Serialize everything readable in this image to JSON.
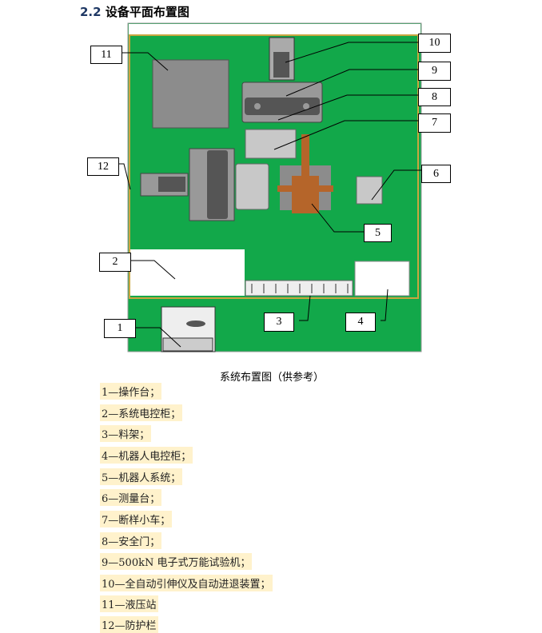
{
  "heading": {
    "number": "2.2",
    "title": "设备平面布置图"
  },
  "diagram": {
    "callouts": [
      "1",
      "2",
      "3",
      "4",
      "5",
      "6",
      "7",
      "8",
      "9",
      "10",
      "11",
      "12"
    ],
    "colors": {
      "floor": "#12a84a",
      "fence": "#c9a640",
      "equipment": "#8c8c8c",
      "robot": "#b5652a"
    }
  },
  "caption": "系统布置图（供参考）",
  "legend": [
    "1—操作台；",
    "2—系统电控柜；",
    "3—料架；",
    "4—机器人电控柜；",
    "5—机器人系统；",
    "6—测量台；",
    "7—断样小车；",
    "8—安全门；",
    "9—500kN 电子式万能试验机；",
    "10—全自动引伸仪及自动进退装置；",
    "11—液压站",
    "12—防护栏"
  ]
}
